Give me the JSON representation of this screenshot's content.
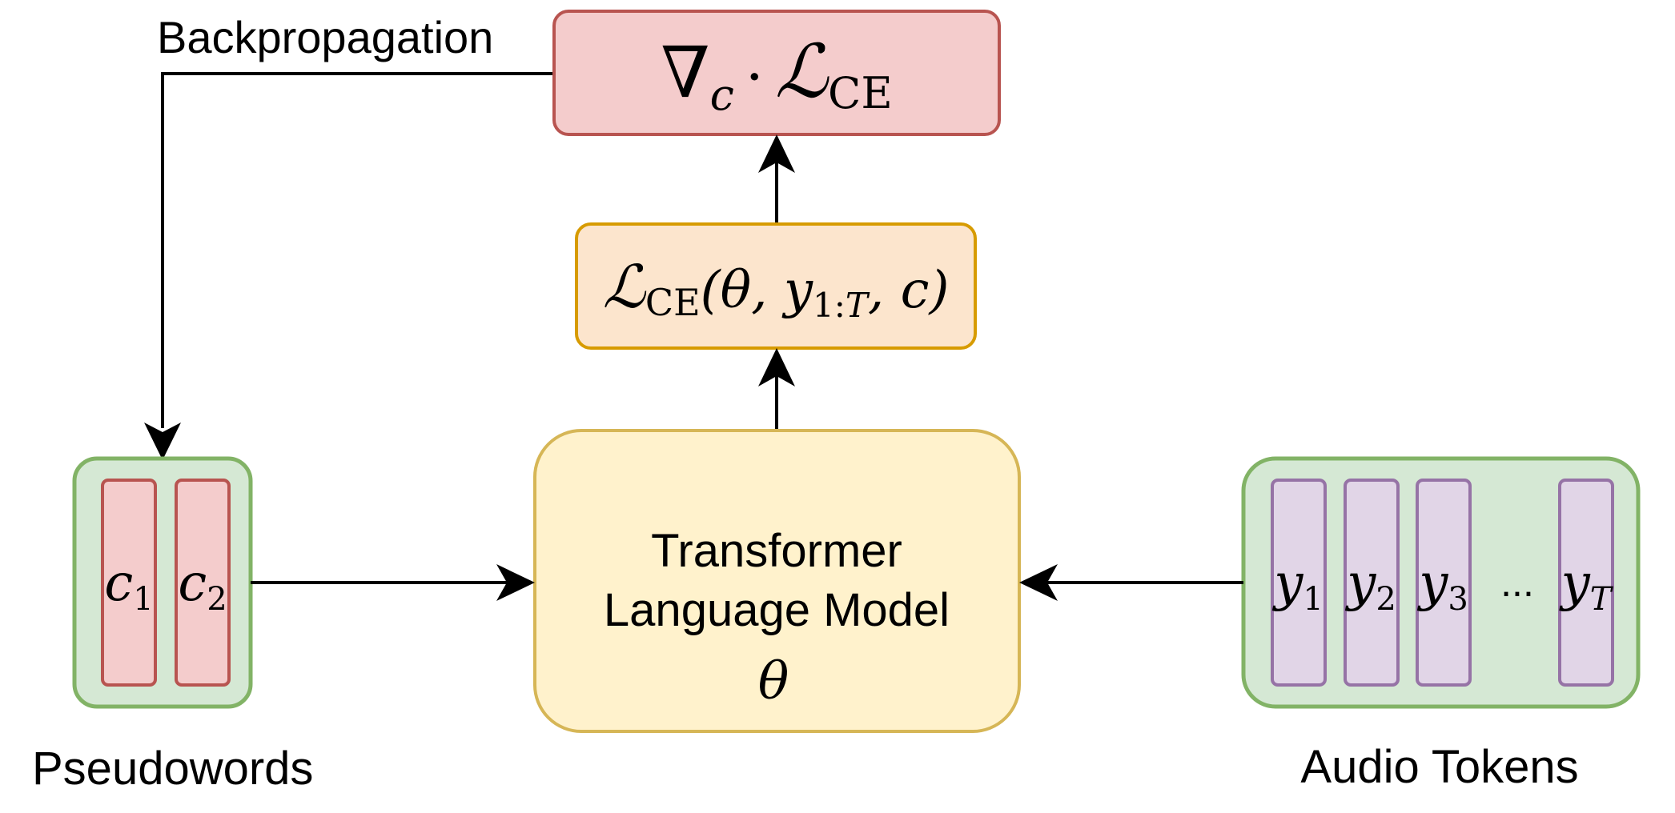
{
  "labels": {
    "backprop": "Backpropagation",
    "pseudowords": "Pseudowords",
    "audio_tokens": "Audio Tokens",
    "transformer_line1": "Transformer",
    "transformer_line2": "Language Model",
    "theta": "θ",
    "ellipsis": "..."
  },
  "formulas": {
    "grad": {
      "nabla": "∇",
      "sub_c": "c",
      "dot": "·",
      "L": "ℒ",
      "ce": "CE"
    },
    "loss": {
      "L": "ℒ",
      "ce": "CE",
      "args_open": "(θ, ",
      "y": "y",
      "y_sub": "1:",
      "T": "T",
      "args_close": ", c)"
    }
  },
  "pseudoword_tokens": [
    {
      "sym": "c",
      "sub": "1"
    },
    {
      "sym": "c",
      "sub": "2"
    }
  ],
  "audio_tokens": [
    {
      "sym": "y",
      "sub": "1",
      "sub_italic": false
    },
    {
      "sym": "y",
      "sub": "2",
      "sub_italic": false
    },
    {
      "sym": "y",
      "sub": "3",
      "sub_italic": false
    },
    {
      "sym": "y",
      "sub": "T",
      "sub_italic": true
    }
  ],
  "colors": {
    "grad_fill": "#f4cccc",
    "grad_stroke": "#b85450",
    "loss_fill": "#fce5cd",
    "loss_stroke": "#d79b00",
    "lm_fill": "#fff2cc",
    "lm_stroke": "#d6b656",
    "group_fill": "#d5e8d4",
    "group_stroke": "#82b366",
    "pseudo_fill": "#f4cccc",
    "pseudo_stroke": "#b85450",
    "audio_fill": "#e1d5e7",
    "audio_stroke": "#9673a6",
    "arrow": "#000000"
  }
}
